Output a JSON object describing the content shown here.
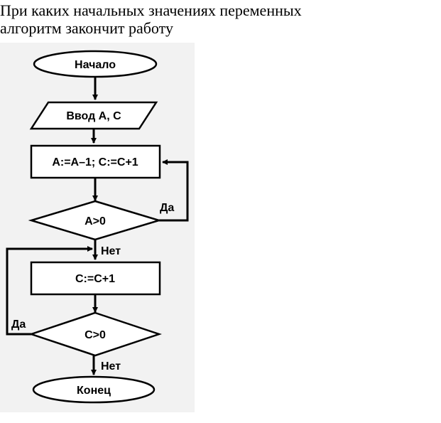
{
  "question": {
    "line1": "При каких начальных значениях переменных",
    "line2": "алгоритм закончит работу"
  },
  "flowchart": {
    "start_label": "Начало",
    "input_label": "Ввод A, C",
    "process1_label": "A:=A–1;  C:=C+1",
    "decision1_label": "A>0",
    "decision1_yes": "Да",
    "decision1_no": "Нет",
    "process2_label": "C:=C+1",
    "decision2_label": "C>0",
    "decision2_yes": "Да",
    "decision2_no": "Нет",
    "end_label": "Конец"
  },
  "colors": {
    "panel_background": "#f2f2f2",
    "shape_fill": "#ffffff",
    "line": "#000000"
  }
}
